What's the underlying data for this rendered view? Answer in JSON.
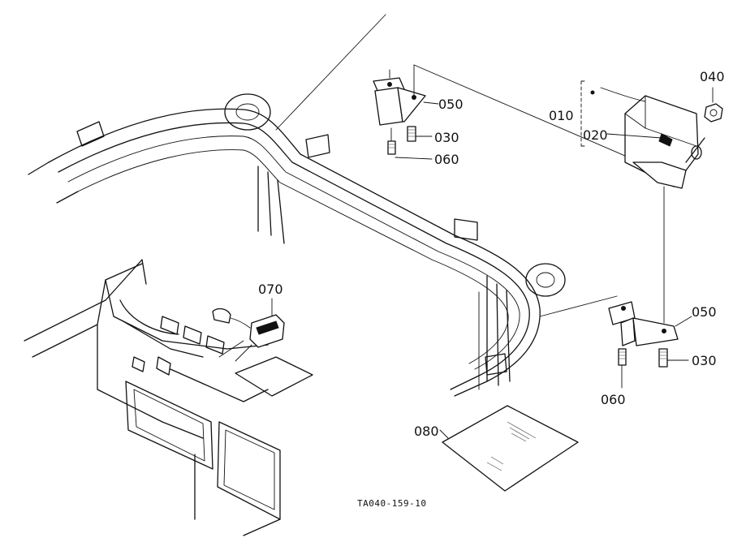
{
  "figure_code": "TA040-159-10",
  "callouts": {
    "p010": "010",
    "p020": "020",
    "p030a": "030",
    "p030b": "030",
    "p040": "040",
    "p050a": "050",
    "p050b": "050",
    "p060a": "060",
    "p060b": "060",
    "p070": "070",
    "p080": "080"
  }
}
